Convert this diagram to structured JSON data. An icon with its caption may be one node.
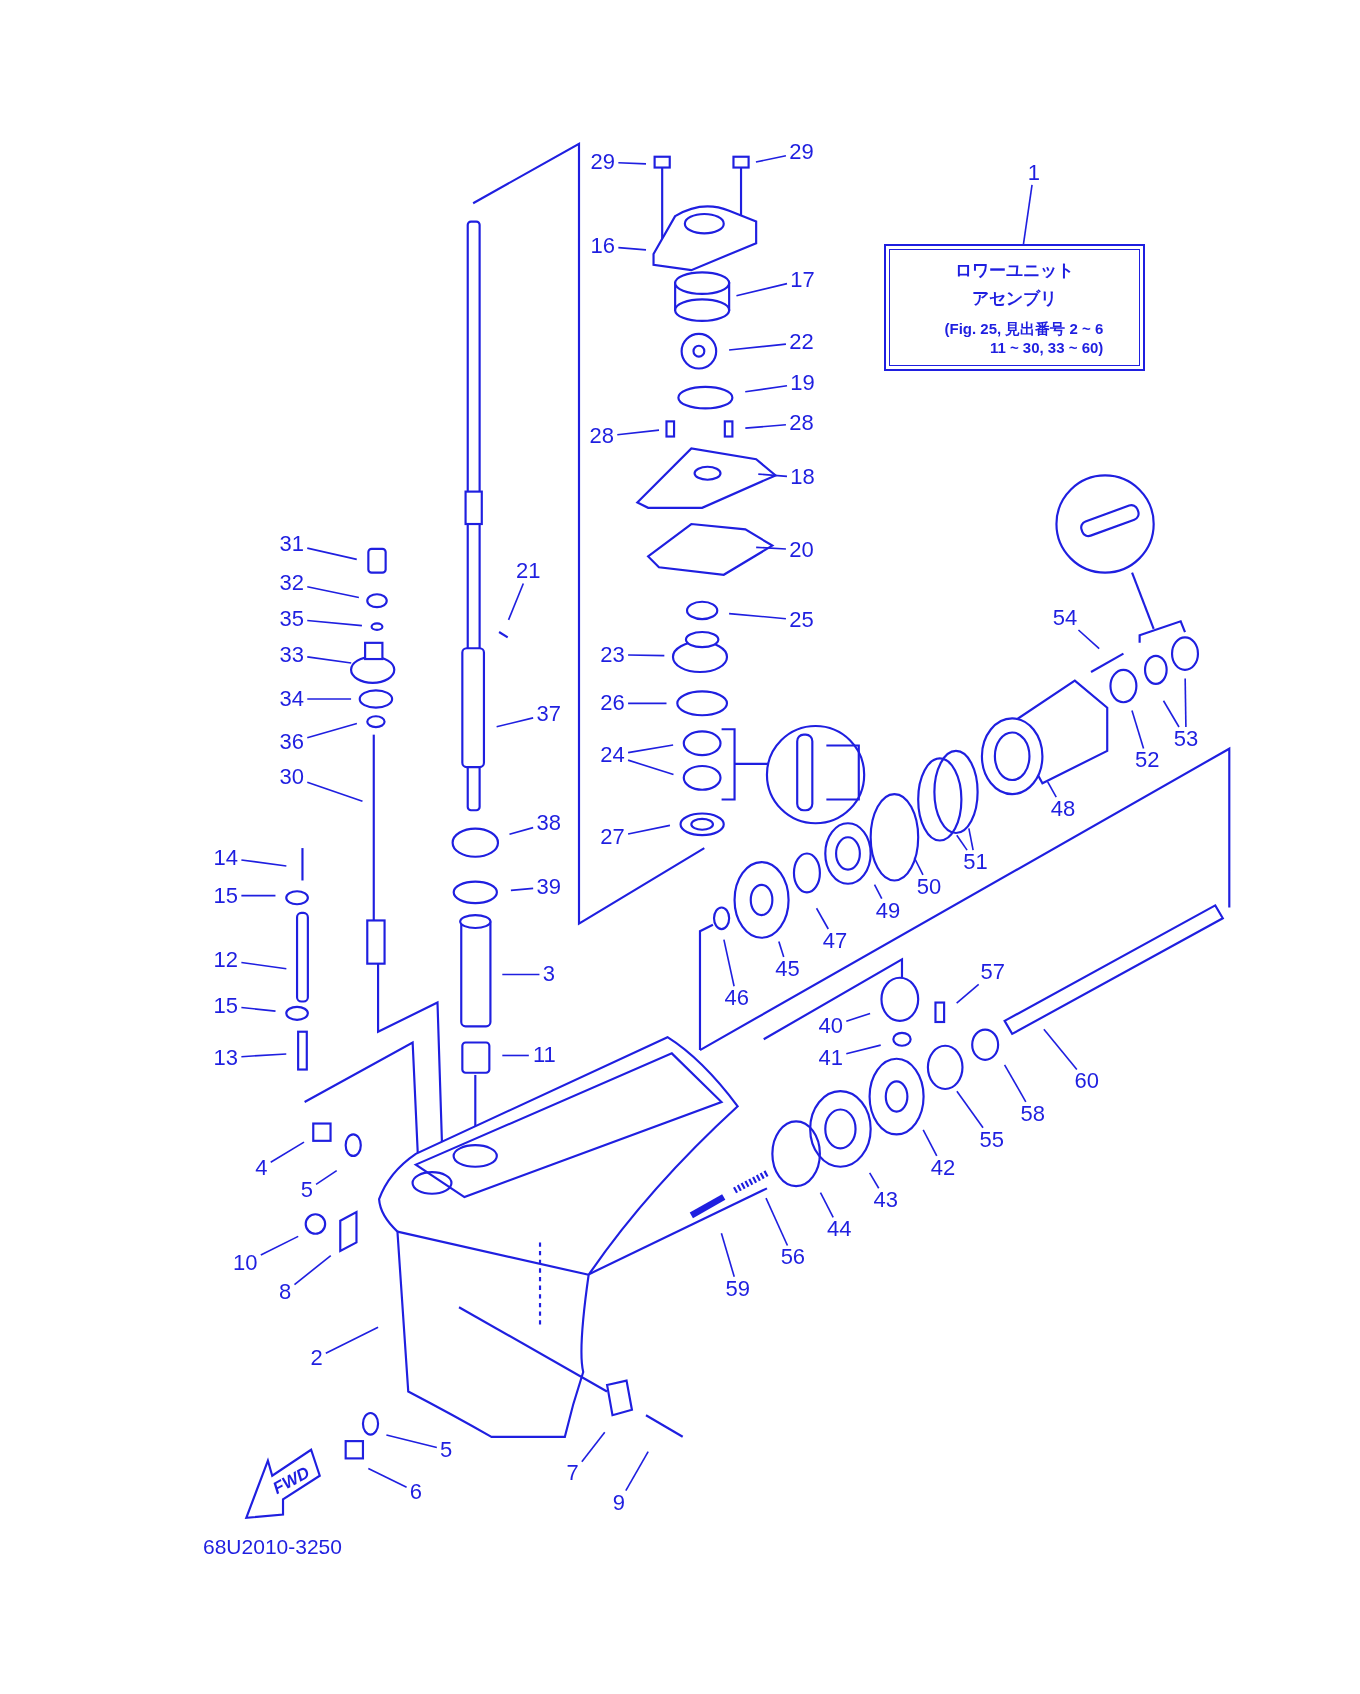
{
  "diagram": {
    "nodes": [
      {
        "text": [
          "29"
        ]
      },
      {
        "text": [
          "29"
        ]
      },
      {
        "text": [
          "1"
        ]
      },
      {
        "text": [
          "ロワーユニットアセンブリ",
          "(Fig. 25, 見出番号 2 ~ 6 11 ~ 30, 33 ~ 60)"
        ]
      },
      {
        "text": [
          "16"
        ]
      },
      {
        "text": [
          "17"
        ]
      },
      {
        "text": [
          "22"
        ]
      },
      {
        "text": [
          "19"
        ]
      },
      {
        "text": [
          "28"
        ]
      },
      {
        "text": [
          "28"
        ]
      },
      {
        "text": [
          "18"
        ]
      },
      {
        "text": [
          "31"
        ]
      },
      {
        "text": [
          "21"
        ]
      },
      {
        "text": [
          "20"
        ]
      },
      {
        "text": [
          "54"
        ]
      },
      {
        "text": [
          "25"
        ]
      },
      {
        "text": [
          "32"
        ]
      },
      {
        "text": [
          "35"
        ]
      },
      {
        "text": [
          "23"
        ]
      },
      {
        "text": [
          "33"
        ]
      },
      {
        "text": [
          "26"
        ]
      },
      {
        "text": [
          "34"
        ]
      },
      {
        "text": [
          "37"
        ]
      },
      {
        "text": [
          "36"
        ]
      },
      {
        "text": [
          "52"
        ]
      },
      {
        "text": [
          "53"
        ]
      },
      {
        "text": [
          "24"
        ]
      },
      {
        "text": [
          "30"
        ]
      },
      {
        "text": [
          "48"
        ]
      },
      {
        "text": [
          "38"
        ]
      },
      {
        "text": [
          "27"
        ]
      },
      {
        "text": [
          "51"
        ]
      },
      {
        "text": [
          "14"
        ]
      },
      {
        "text": [
          "50"
        ]
      },
      {
        "text": [
          "39"
        ]
      },
      {
        "text": [
          "15"
        ]
      },
      {
        "text": [
          "49"
        ]
      },
      {
        "text": [
          "47"
        ]
      },
      {
        "text": [
          "12"
        ]
      },
      {
        "text": [
          "45"
        ]
      },
      {
        "text": [
          "3"
        ]
      },
      {
        "text": [
          "57"
        ]
      },
      {
        "text": [
          "46"
        ]
      },
      {
        "text": [
          "15"
        ]
      },
      {
        "text": [
          "40"
        ]
      },
      {
        "text": [
          "41"
        ]
      },
      {
        "text": [
          "13"
        ]
      },
      {
        "text": [
          "11"
        ]
      },
      {
        "text": [
          "60"
        ]
      },
      {
        "text": [
          "58"
        ]
      },
      {
        "text": [
          "55"
        ]
      },
      {
        "text": [
          "4"
        ]
      },
      {
        "text": [
          "42"
        ]
      },
      {
        "text": [
          "5"
        ]
      },
      {
        "text": [
          "43"
        ]
      },
      {
        "text": [
          "44"
        ]
      },
      {
        "text": [
          "10"
        ]
      },
      {
        "text": [
          "56"
        ]
      },
      {
        "text": [
          "8"
        ]
      },
      {
        "text": [
          "59"
        ]
      },
      {
        "text": [
          "2"
        ]
      },
      {
        "text": [
          "5"
        ]
      },
      {
        "text": [
          "7"
        ]
      },
      {
        "text": [
          "9"
        ]
      },
      {
        "text": [
          "6"
        ]
      },
      {
        "text": [],
        "shape": "picture"
      }
    ],
    "edges": [
      {
        "from": 0,
        "to": null,
        "arrow": "none"
      },
      {
        "from": 1,
        "to": null,
        "arrow": "none"
      },
      {
        "from": 2,
        "to": 3,
        "arrow": "none"
      },
      {
        "from": 4,
        "to": null,
        "arrow": "none"
      },
      {
        "from": 5,
        "to": null,
        "arrow": "none"
      },
      {
        "from": 6,
        "to": null,
        "arrow": "none"
      },
      {
        "from": 7,
        "to": null,
        "arrow": "none"
      },
      {
        "from": 8,
        "to": null,
        "arrow": "none"
      },
      {
        "from": 9,
        "to": null,
        "arrow": "none"
      },
      {
        "from": 10,
        "to": null,
        "arrow": "none"
      },
      {
        "from": 11,
        "to": null,
        "arrow": "none"
      },
      {
        "from": 12,
        "to": null,
        "arrow": "none"
      },
      {
        "from": 13,
        "to": null,
        "arrow": "none"
      },
      {
        "from": 14,
        "to": null,
        "arrow": "none"
      },
      {
        "from": 15,
        "to": null,
        "arrow": "none"
      },
      {
        "from": 16,
        "to": null,
        "arrow": "none"
      },
      {
        "from": 17,
        "to": null,
        "arrow": "none"
      },
      {
        "from": 18,
        "to": null,
        "arrow": "none"
      },
      {
        "from": 19,
        "to": null,
        "arrow": "none"
      },
      {
        "from": 20,
        "to": null,
        "arrow": "none"
      },
      {
        "from": 21,
        "to": null,
        "arrow": "none"
      },
      {
        "from": 22,
        "to": null,
        "arrow": "none"
      },
      {
        "from": 23,
        "to": null,
        "arrow": "none"
      },
      {
        "from": 24,
        "to": null,
        "arrow": "none"
      },
      {
        "from": 25,
        "to": null,
        "arrow": "none"
      },
      {
        "from": 25,
        "to": null,
        "arrow": "none"
      },
      {
        "from": 26,
        "to": null,
        "arrow": "none"
      },
      {
        "from": 26,
        "to": null,
        "arrow": "none"
      },
      {
        "from": 27,
        "to": null,
        "arrow": "none"
      },
      {
        "from": 28,
        "to": null,
        "arrow": "none"
      },
      {
        "from": 29,
        "to": null,
        "arrow": "none"
      },
      {
        "from": 30,
        "to": null,
        "arrow": "none"
      },
      {
        "from": 31,
        "to": null,
        "arrow": "none"
      },
      {
        "from": 31,
        "to": null,
        "arrow": "none"
      },
      {
        "from": 32,
        "to": null,
        "arrow": "none"
      },
      {
        "from": 33,
        "to": null,
        "arrow": "none"
      },
      {
        "from": 34,
        "to": null,
        "arrow": "none"
      },
      {
        "from": 35,
        "to": null,
        "arrow": "none"
      },
      {
        "from": 36,
        "to": null,
        "arrow": "none"
      },
      {
        "from": 37,
        "to": null,
        "arrow": "none"
      },
      {
        "from": 38,
        "to": null,
        "arrow": "none"
      },
      {
        "from": 39,
        "to": null,
        "arrow": "none"
      },
      {
        "from": 40,
        "to": null,
        "arrow": "none"
      },
      {
        "from": 41,
        "to": null,
        "arrow": "none"
      },
      {
        "from": 42,
        "to": null,
        "arrow": "none"
      },
      {
        "from": 43,
        "to": null,
        "arrow": "none"
      },
      {
        "from": 44,
        "to": null,
        "arrow": "none"
      },
      {
        "from": 45,
        "to": null,
        "arrow": "none"
      },
      {
        "from": 46,
        "to": null,
        "arrow": "none"
      },
      {
        "from": 47,
        "to": null,
        "arrow": "none"
      },
      {
        "from": 48,
        "to": null,
        "arrow": "none"
      },
      {
        "from": 49,
        "to": null,
        "arrow": "none"
      },
      {
        "from": 50,
        "to": null,
        "arrow": "none"
      },
      {
        "from": 51,
        "to": null,
        "arrow": "none"
      },
      {
        "from": 52,
        "to": null,
        "arrow": "none"
      },
      {
        "from": 53,
        "to": null,
        "arrow": "none"
      },
      {
        "from": 54,
        "to": null,
        "arrow": "none"
      },
      {
        "from": 55,
        "to": null,
        "arrow": "none"
      },
      {
        "from": 56,
        "to": null,
        "arrow": "none"
      },
      {
        "from": 57,
        "to": null,
        "arrow": "none"
      },
      {
        "from": 58,
        "to": null,
        "arrow": "none"
      },
      {
        "from": 59,
        "to": null,
        "arrow": "none"
      },
      {
        "from": 60,
        "to": 65,
        "arrow": "none"
      },
      {
        "from": 61,
        "to": null,
        "arrow": "none"
      },
      {
        "from": 62,
        "to": null,
        "arrow": "none"
      },
      {
        "from": 63,
        "to": null,
        "arrow": "none"
      },
      {
        "from": 64,
        "to": null,
        "arrow": "none"
      }
    ],
    "labels": [
      "FWD",
      "68U2010-3250"
    ]
  }
}
